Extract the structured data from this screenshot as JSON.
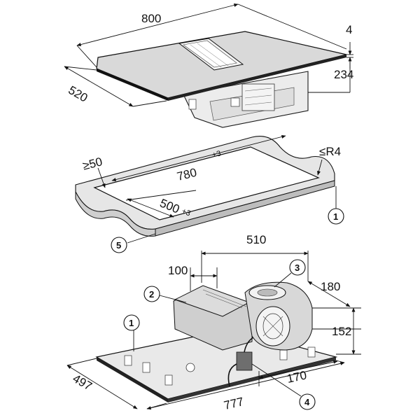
{
  "hob": {
    "width": "800",
    "depth": "520",
    "glass_thickness": "4",
    "total_height": "234"
  },
  "cutout": {
    "min_edge": "≥50",
    "radius": "≤R4",
    "width": "780",
    "width_tol": "+3",
    "depth": "500",
    "depth_tol": "+3"
  },
  "underside": {
    "fan_offset": "510",
    "fan_left": "100",
    "fan_depth": "180",
    "fan_height": "152",
    "box_offset": "170",
    "width": "777",
    "depth": "497"
  },
  "callouts": [
    "1",
    "2",
    "3",
    "4",
    "5"
  ]
}
